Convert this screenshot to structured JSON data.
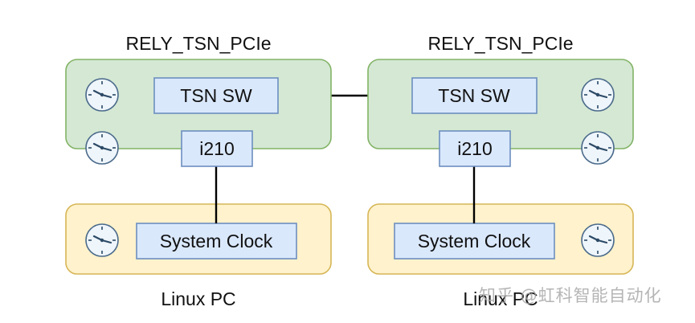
{
  "diagram": {
    "left_board": {
      "title": "RELY_TSN_PCIe",
      "switch": "TSN SW",
      "nic": "i210"
    },
    "right_board": {
      "title": "RELY_TSN_PCIe",
      "switch": "TSN SW",
      "nic": "i210"
    },
    "left_pc": {
      "title": "Linux PC",
      "clock": "System Clock"
    },
    "right_pc": {
      "title": "Linux PC",
      "clock": "System Clock"
    },
    "icons": [
      "clock-icon"
    ],
    "colors": {
      "board_fill": "#d5e8d4",
      "board_stroke": "#82b366",
      "pc_fill": "#fff2cc",
      "pc_stroke": "#d6b656",
      "box_fill": "#dae8fc",
      "box_stroke": "#6c8ebf",
      "clock_face": "#eef5fb",
      "clock_stroke": "#4a6a8a"
    }
  },
  "watermark": "知乎 @虹科智能自动化"
}
